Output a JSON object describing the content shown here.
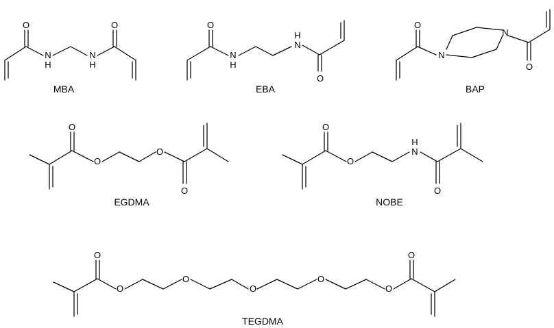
{
  "colors": {
    "background": "#ffffff",
    "ink": "#000000"
  },
  "atom_symbols": {
    "oxygen": "O",
    "nitrogen": "N",
    "amide_nitrogen": "N",
    "amide_hydrogen": "H"
  },
  "molecules": {
    "mba": {
      "name": "MBA"
    },
    "eba": {
      "name": "EBA"
    },
    "bap": {
      "name": "BAP"
    },
    "egdma": {
      "name": "EGDMA"
    },
    "nobe": {
      "name": "NOBE"
    },
    "tegdma": {
      "name": "TEGDMA"
    }
  }
}
